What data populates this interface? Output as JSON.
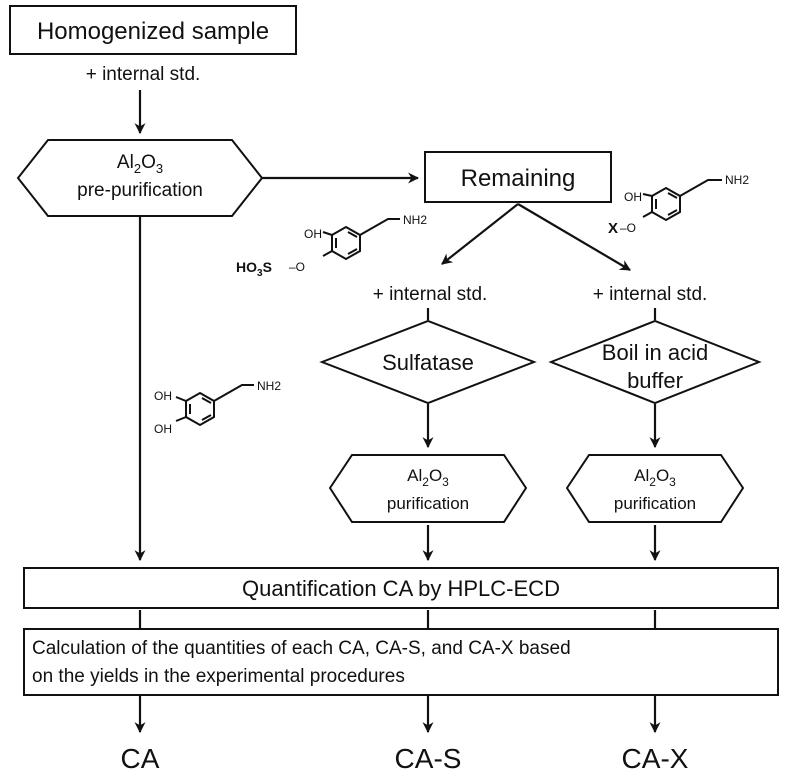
{
  "nodes": {
    "start": "Homogenized sample",
    "internal_std": "+ internal std.",
    "pre_purification_formula": {
      "base": "Al",
      "s1": "2",
      "mid": "O",
      "s2": "3"
    },
    "pre_purification": "pre-purification",
    "remaining": "Remaining",
    "sulfatase": "Sulfatase",
    "boil_line1": "Boil in acid",
    "boil_line2": "buffer",
    "purification_formula": {
      "base": "Al",
      "s1": "2",
      "mid": "O",
      "s2": "3"
    },
    "purification": "purification",
    "quantification": "Quantification CA by HPLC-ECD",
    "calculation_line1": "Calculation of the quantities of each CA, CA-S, and CA-X based",
    "calculation_line2": "on the yields in the experimental procedures"
  },
  "outputs": [
    "CA",
    "CA-S",
    "CA-X"
  ],
  "molecules": {
    "ca": {
      "oh_top": "OH",
      "oh_bottom": "OH",
      "amine": "NH2"
    },
    "ca_s": {
      "oh": "OH",
      "amine": "NH2",
      "sulfo": "HO",
      "sulfo_sub": "3",
      "sulfo_end": "S",
      "dash": "–O"
    },
    "ca_x": {
      "oh": "OH",
      "amine": "NH2",
      "x": "X",
      "dash": "–O"
    }
  }
}
